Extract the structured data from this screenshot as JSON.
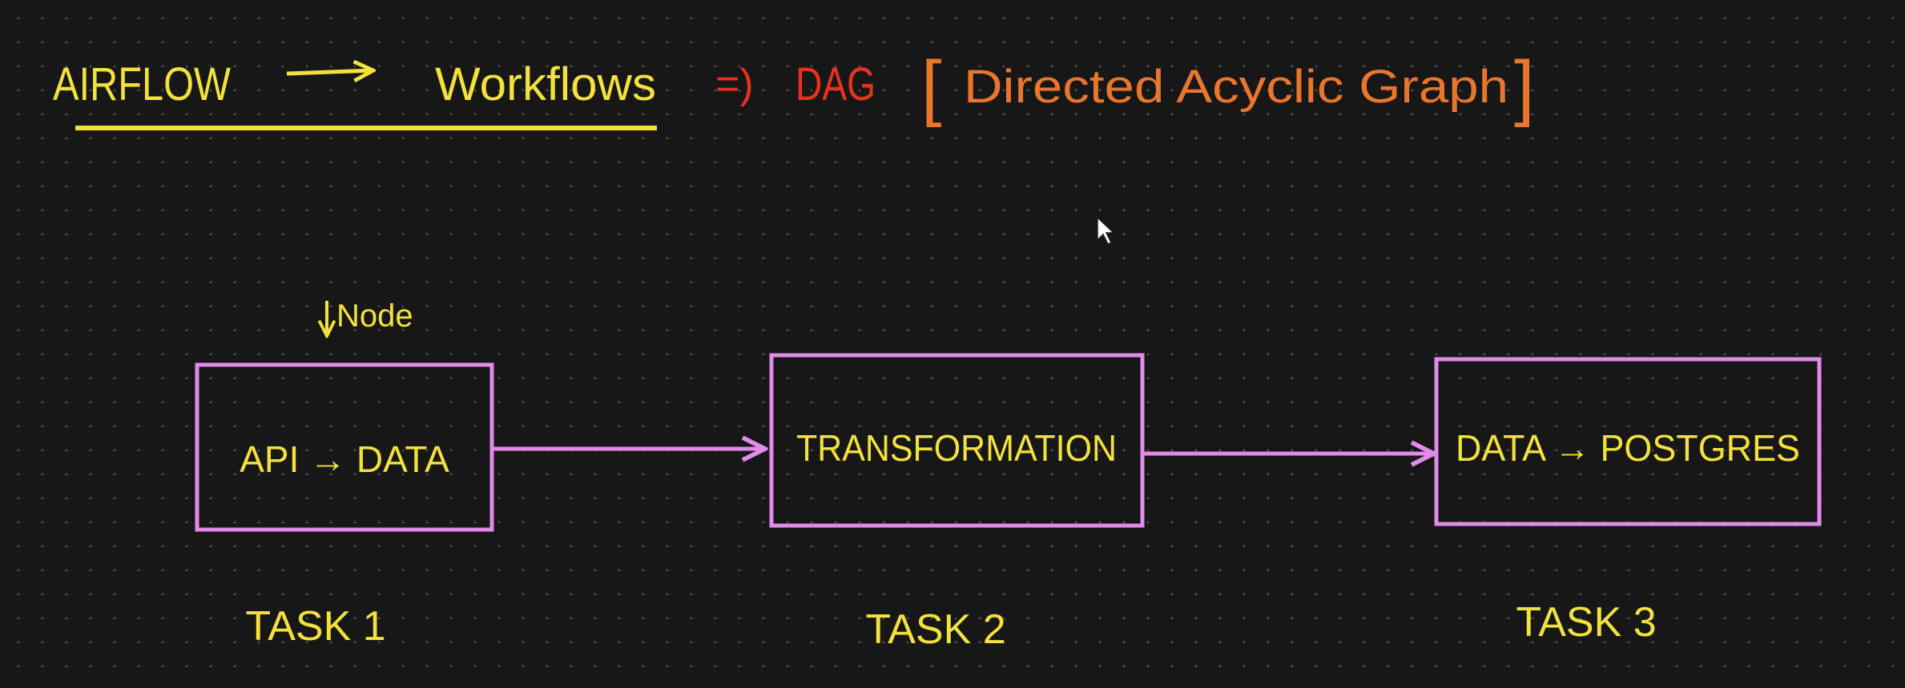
{
  "title": {
    "airflow": "AIRFLOW",
    "workflows": "Workflows",
    "implies": "=)",
    "dag": "DAG",
    "bracket_open": "[",
    "dag_expansion": "Directed Acyclic Graph",
    "bracket_close": "]"
  },
  "node_annotation": "Node",
  "tasks": [
    {
      "box_text": "API → DATA",
      "label": "TASK 1"
    },
    {
      "box_text": "TRANSFORMATION",
      "label": "TASK 2"
    },
    {
      "box_text": "DATA → POSTGRES",
      "label": "TASK 3"
    }
  ],
  "colors": {
    "background": "#171717",
    "yellow": "#f3e23c",
    "pink": "#e28be8",
    "red": "#e8321e",
    "orange": "#e8772e"
  }
}
